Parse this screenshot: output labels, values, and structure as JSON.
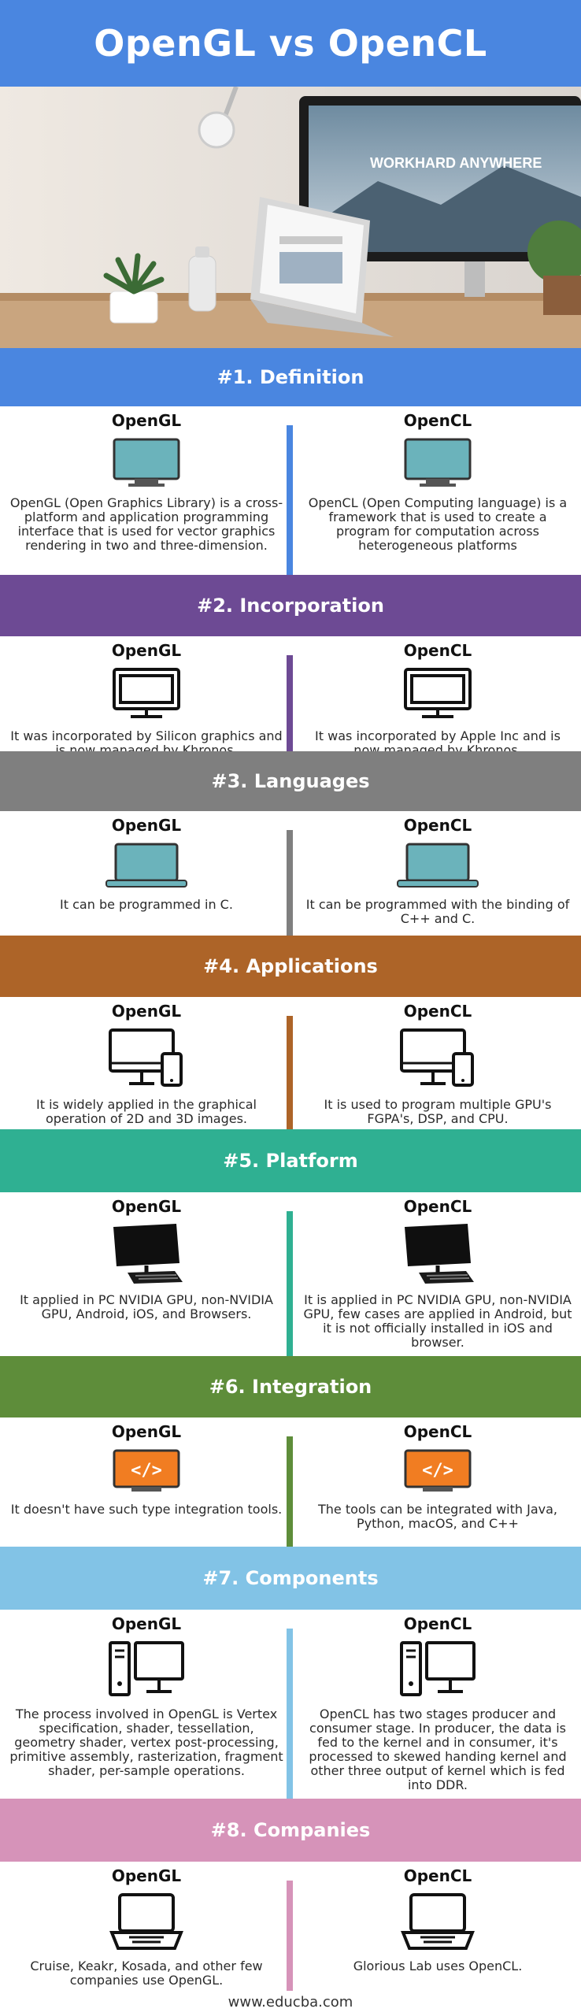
{
  "title": "OpenGL vs OpenCL",
  "hero": {
    "screen_text": "WORKHARD ANYWHERE"
  },
  "colors": {
    "title_band": "#4a86e0",
    "definition": "#4a86e0",
    "incorporation": "#6d4a94",
    "languages": "#7f7f7f",
    "applications": "#ad6428",
    "platform": "#2fb092",
    "integration": "#5e8d3a",
    "components": "#82c3e6",
    "companies": "#d693b9"
  },
  "sections": [
    {
      "heading": "#1. Definition",
      "icon": "monitor-teal-icon",
      "left_title": "OpenGL",
      "right_title": "OpenCL",
      "left_text": "OpenGL (Open Graphics Library) is a cross-platform and application programming interface that is used for vector graphics rendering in two and three-dimension.",
      "right_text": "OpenCL (Open Computing language) is a framework that is used to create a program for computation across heterogeneous platforms"
    },
    {
      "heading": "#2. Incorporation",
      "icon": "monitor-outline-icon",
      "left_title": "OpenGL",
      "right_title": "OpenCL",
      "left_text": "It was incorporated by Silicon graphics and is now managed by Khronos.",
      "right_text": "It was incorporated by Apple Inc and is now managed by Khronos."
    },
    {
      "heading": "#3. Languages",
      "icon": "laptop-icon",
      "left_title": "OpenGL",
      "right_title": "OpenCL",
      "left_text": "It can be programmed in C.",
      "right_text": "It can be programmed with the binding of C++ and C."
    },
    {
      "heading": "#4. Applications",
      "icon": "desktop-phone-icon",
      "left_title": "OpenGL",
      "right_title": "OpenCL",
      "left_text": "It is widely applied in the graphical operation of 2D and 3D images.",
      "right_text": "It is used to program multiple GPU's FGPA's, DSP, and CPU."
    },
    {
      "heading": "#5. Platform",
      "icon": "computer-keyboard-icon",
      "left_title": "OpenGL",
      "right_title": "OpenCL",
      "left_text": "It applied in PC NVIDIA GPU, non-NVIDIA GPU, Android, iOS, and Browsers.",
      "right_text": "It is applied in PC NVIDIA GPU, non-NVIDIA GPU, few cases are applied in Android, but it is not officially installed in iOS and browser."
    },
    {
      "heading": "#6. Integration",
      "icon": "code-monitor-icon",
      "left_title": "OpenGL",
      "right_title": "OpenCL",
      "left_text": "It doesn't have such type integration tools.",
      "right_text": "The tools can be integrated with Java, Python, macOS, and C++"
    },
    {
      "heading": "#7. Components",
      "icon": "tower-monitor-icon",
      "left_title": "OpenGL",
      "right_title": "OpenCL",
      "left_text": "The process involved in OpenGL is Vertex specification, shader, tessellation, geometry shader, vertex post-processing, primitive assembly, rasterization, fragment shader, per-sample operations.",
      "right_text": "OpenCL has two stages producer and consumer stage. In producer, the data is fed to the kernel and in consumer, it's processed to skewed handing kernel and other three output of kernel which is fed into DDR."
    },
    {
      "heading": "#8. Companies",
      "icon": "laptop-outline-icon",
      "left_title": "OpenGL",
      "right_title": "OpenCL",
      "left_text": "Cruise, Keakr, Kosada, and other few companies use OpenGL.",
      "right_text": "Glorious Lab uses OpenCL."
    }
  ],
  "icons": {
    "code_symbol": "</>"
  },
  "footer": "www.educba.com"
}
